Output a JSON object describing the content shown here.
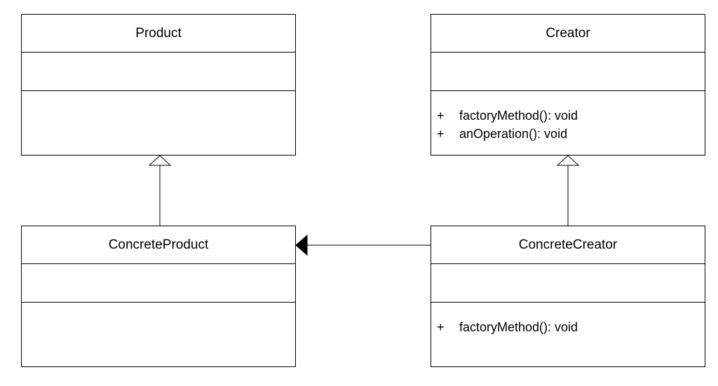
{
  "classes": {
    "product": {
      "name": "Product",
      "operations": []
    },
    "creator": {
      "name": "Creator",
      "operations": [
        {
          "visibility": "+",
          "signature": "factoryMethod(): void"
        },
        {
          "visibility": "+",
          "signature": "anOperation(): void"
        }
      ]
    },
    "concrete_product": {
      "name": "ConcreteProduct",
      "operations": []
    },
    "concrete_creator": {
      "name": "ConcreteCreator",
      "operations": [
        {
          "visibility": "+",
          "signature": "factoryMethod(): void"
        }
      ]
    }
  },
  "relationships": [
    {
      "type": "generalization",
      "from": "ConcreteProduct",
      "to": "Product"
    },
    {
      "type": "generalization",
      "from": "ConcreteCreator",
      "to": "Creator"
    },
    {
      "type": "association",
      "from": "ConcreteCreator",
      "to": "ConcreteProduct"
    }
  ]
}
